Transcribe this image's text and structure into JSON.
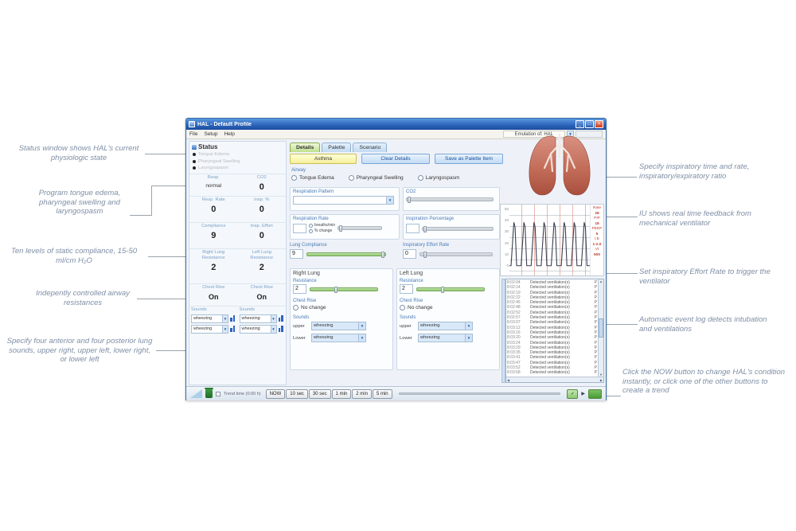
{
  "annotations": {
    "left": [
      {
        "text": "Status window shows HAL's current physiologic state"
      },
      {
        "text": "Program tongue edema, pharyngeal swelling and laryngospasm"
      },
      {
        "text": "Ten levels of static compliance, 15-50 ml/cm H₂O"
      },
      {
        "text": "Indepently controlled airway resistances"
      },
      {
        "text": "Specify four anterior and four posterior lung sounds, upper right, upper left, lower right, or lower left"
      }
    ],
    "right": [
      {
        "text": "Specify inspiratory time and rate, inspiratory/expiratory ratio"
      },
      {
        "text": "IU shows real time feedback from mechanical ventilator"
      },
      {
        "text": "Set inspiratory Effort Rate to trigger the ventilator"
      },
      {
        "text": "Automatic event log detects intubation and ventilations"
      },
      {
        "text": "Click the NOW button to change HAL's condition instantly, or click one of the other buttons to create a trend"
      }
    ]
  },
  "window": {
    "title": "HAL - Default Profile",
    "window_buttons": {
      "minimize": "_",
      "maximize": "□",
      "close": "×"
    },
    "menu": [
      "File",
      "Setup",
      "Help"
    ],
    "emulation_label": "Emulation of: HAL",
    "status": {
      "header": "Status",
      "airway_items": [
        "Tongue Edema",
        "Pharyngeal Swelling",
        "Laryngospasm"
      ],
      "cells": [
        {
          "label": "Resp.",
          "value": "normal",
          "cls": "sm h30"
        },
        {
          "label": "CO2",
          "value": "0",
          "cls": "lg h30"
        },
        {
          "label": "Resp. Rate",
          "value": "0",
          "cls": "lg h34"
        },
        {
          "label": "Insp. %",
          "value": "0",
          "cls": "lg h34"
        },
        {
          "label": "Compliance",
          "value": "9",
          "cls": "lg h34"
        },
        {
          "label": "Insp. Effort",
          "value": "0",
          "cls": "lg h34"
        },
        {
          "label": "Right Lung",
          "label2": "Resistance",
          "value": "2",
          "cls": "lg h46"
        },
        {
          "label": "Left Lung",
          "label2": "Resistance",
          "value": "2",
          "cls": "lg h46"
        },
        {
          "label": "Chest Rise",
          "value": "On",
          "cls": "md h28"
        },
        {
          "label": "Chest Rise",
          "value": "On",
          "cls": "md h28"
        }
      ],
      "sounds_label": "Sounds",
      "sound_value": "wheezing"
    },
    "tabs": [
      "Details",
      "Palette",
      "Scenario"
    ],
    "buttons": {
      "asthma": "Asthma",
      "clear": "Clear Details",
      "save": "Save as Palette Item"
    },
    "airway": {
      "label": "Airway",
      "options": [
        "Tongue Edema",
        "Pharyngeal Swelling",
        "Laryngospasm"
      ]
    },
    "controls": {
      "respiration_pattern_label": "Respiration Pattern",
      "co2_label": "CO2",
      "respiration_rate_label": "Respiration Rate",
      "breaths_min_label": "breaths/min",
      "pct_change_label": "% change",
      "inspiration_percentage_label": "Inspiration Percentage",
      "lung_compliance_label": "Lung Compliance",
      "lung_compliance_value": "9",
      "insp_effort_rate_label": "Inspiratory Effort Rate",
      "insp_effort_rate_value": "0"
    },
    "lung_groups": {
      "right_title": "Right Lung",
      "left_title": "Left Lung",
      "resistance_label": "Resistance",
      "resistance_value": "2",
      "chest_rise_label": "Chest Rise",
      "no_change_label": "No change",
      "sounds_label": "Sounds",
      "upper_label": "upper",
      "lower_label": "Lower",
      "sound_value": "wheezing"
    },
    "ventilator": {
      "y_ticks": [
        "50",
        "40",
        "30",
        "20",
        "10",
        "0"
      ],
      "peaks": 8,
      "readouts": [
        {
          "label": "Rate",
          "value": "28"
        },
        {
          "label": "PIP",
          "value": "18"
        },
        {
          "label": "PEEP",
          "value": "5"
        },
        {
          "label": "I:E",
          "value": "1:2.0"
        },
        {
          "label": "Vt",
          "value": "500"
        }
      ]
    },
    "log": {
      "event_text": "Detected ventilation(s)",
      "flag": "P",
      "rows": [
        {
          "time": "8:02:04",
          "event": "Detected ventilation(s)",
          "flag": "P"
        },
        {
          "time": "8:02:14",
          "event": "Detected ventilation(s)",
          "flag": "P"
        },
        {
          "time": "8:02:19",
          "event": "Detected ventilation(s)",
          "flag": "P"
        },
        {
          "time": "8:02:22",
          "event": "Detected ventilation(s)",
          "flag": "P"
        },
        {
          "time": "8:02:45",
          "event": "Detected ventilation(s)",
          "flag": "P"
        },
        {
          "time": "8:02:48",
          "event": "Detected ventilation(s)",
          "flag": "P"
        },
        {
          "time": "8:02:52",
          "event": "Detected ventilation(s)",
          "flag": "P"
        },
        {
          "time": "8:02:57",
          "event": "Detected ventilation(s)",
          "flag": "P"
        },
        {
          "time": "8:03:07",
          "event": "Detected ventilation(s)",
          "flag": "P"
        },
        {
          "time": "8:03:12",
          "event": "Detected ventilation(s)",
          "flag": "P"
        },
        {
          "time": "8:03:16",
          "event": "Detected ventilation(s)",
          "flag": "P"
        },
        {
          "time": "8:03:20",
          "event": "Detected ventilation(s)",
          "flag": "P"
        },
        {
          "time": "8:03:24",
          "event": "Detected ventilation(s)",
          "flag": "P"
        },
        {
          "time": "8:03:29",
          "event": "Detected ventilation(s)",
          "flag": "P"
        },
        {
          "time": "8:03:35",
          "event": "Detected ventilation(s)",
          "flag": "P"
        },
        {
          "time": "8:03:41",
          "event": "Detected ventilation(s)",
          "flag": "P"
        },
        {
          "time": "8:03:47",
          "event": "Detected ventilation(s)",
          "flag": "P"
        },
        {
          "time": "8:03:52",
          "event": "Detected ventilation(s)",
          "flag": "P"
        },
        {
          "time": "8:03:58",
          "event": "Detected ventilation(s)",
          "flag": "P"
        }
      ]
    },
    "trend": {
      "checkbox_label": "Trend time (0:00 h)",
      "buttons": [
        "NOW",
        "10 sec",
        "30 sec",
        "1 min",
        "2 min",
        "5 min"
      ]
    },
    "colors": {
      "titlebar_blue": "#2b63b8",
      "active_tab_green": "#bfe08e",
      "asthma_yellow": "#f5ef9a",
      "slider_green": "#8ec871",
      "readout_red": "#c23b2e"
    }
  }
}
